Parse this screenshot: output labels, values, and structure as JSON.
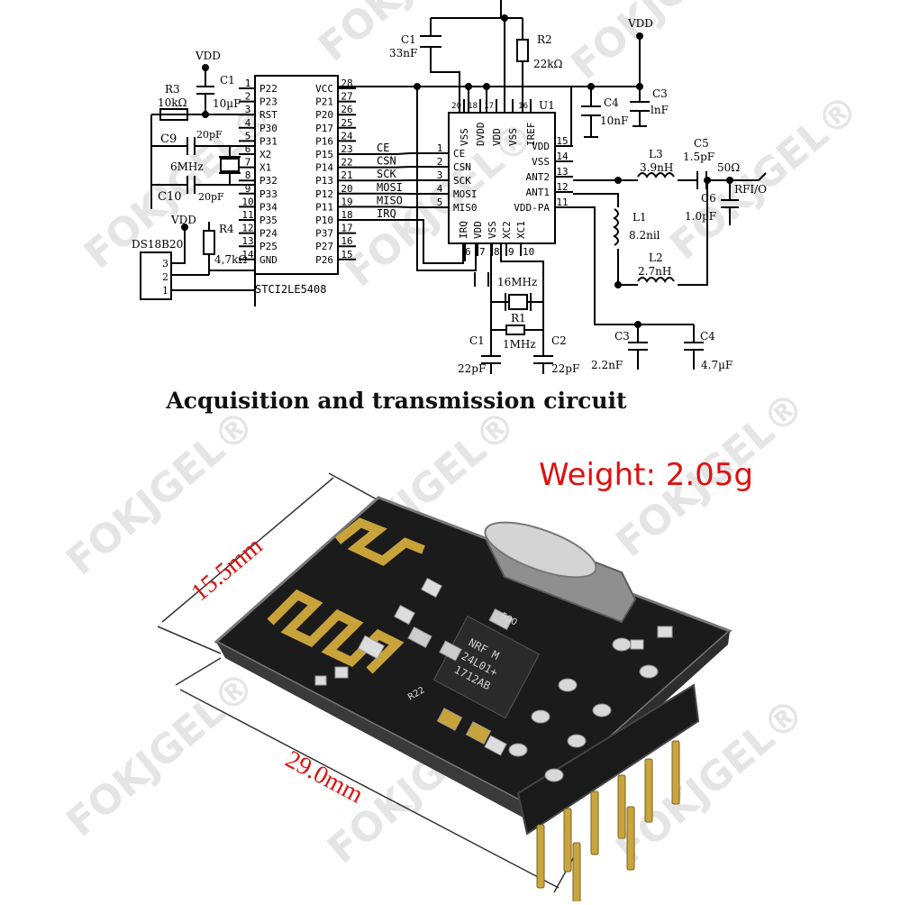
{
  "schematic": {
    "mcu": {
      "name": "STCI2LE5408",
      "left_pins": [
        {
          "num": "1",
          "name": "P22"
        },
        {
          "num": "2",
          "name": "P23"
        },
        {
          "num": "3",
          "name": "RST"
        },
        {
          "num": "4",
          "name": "P30"
        },
        {
          "num": "5",
          "name": "P31"
        },
        {
          "num": "6",
          "name": "X2"
        },
        {
          "num": "7",
          "name": "X1"
        },
        {
          "num": "8",
          "name": "P32"
        },
        {
          "num": "9",
          "name": "P33"
        },
        {
          "num": "10",
          "name": "P34"
        },
        {
          "num": "11",
          "name": "P35"
        },
        {
          "num": "12",
          "name": "P24"
        },
        {
          "num": "13",
          "name": "P25"
        },
        {
          "num": "14",
          "name": "GND"
        }
      ],
      "right_pins": [
        {
          "num": "28",
          "name": "VCC"
        },
        {
          "num": "27",
          "name": "P21"
        },
        {
          "num": "26",
          "name": "P20"
        },
        {
          "num": "25",
          "name": "P17"
        },
        {
          "num": "24",
          "name": "P16"
        },
        {
          "num": "23",
          "name": "P15"
        },
        {
          "num": "22",
          "name": "P14"
        },
        {
          "num": "21",
          "name": "P13"
        },
        {
          "num": "20",
          "name": "P12"
        },
        {
          "num": "19",
          "name": "P11"
        },
        {
          "num": "18",
          "name": "P10"
        },
        {
          "num": "17",
          "name": "P37"
        },
        {
          "num": "16",
          "name": "P27"
        },
        {
          "num": "15",
          "name": "P26"
        }
      ]
    },
    "rf_chip": {
      "ref": "U1",
      "top_pins": [
        {
          "num": "20",
          "name": "VSS"
        },
        {
          "num": "18",
          "name": "DVDD"
        },
        {
          "num": "17",
          "name": "VDD"
        },
        {
          "num": "",
          "name": "VSS"
        },
        {
          "num": "16",
          "name": "IREF"
        }
      ],
      "left_pins": [
        {
          "num": "1",
          "name": "CE"
        },
        {
          "num": "2",
          "name": "CSN"
        },
        {
          "num": "3",
          "name": "SCK"
        },
        {
          "num": "4",
          "name": "MOSI"
        },
        {
          "num": "5",
          "name": "MIS0"
        }
      ],
      "right_pins": [
        {
          "num": "15",
          "name": "VDD"
        },
        {
          "num": "14",
          "name": "VSS"
        },
        {
          "num": "13",
          "name": "ANT2"
        },
        {
          "num": "12",
          "name": "ANT1"
        },
        {
          "num": "11",
          "name": "VDD-PA"
        }
      ],
      "bottom_pins": [
        {
          "num": "6",
          "name": "IRQ"
        },
        {
          "num": "7",
          "name": "VDD"
        },
        {
          "num": "8",
          "name": "VSS"
        },
        {
          "num": "9",
          "name": "XC2"
        },
        {
          "num": "10",
          "name": "XC1"
        }
      ]
    },
    "net_labels": [
      "CE",
      "CSN",
      "SCK",
      "MOSI",
      "MISO",
      "IRQ"
    ],
    "components": {
      "r3": {
        "ref": "R3",
        "value": "10kΩ"
      },
      "c1_left": {
        "ref": "C1",
        "value": "10µF"
      },
      "c9": {
        "ref": "C9",
        "value": "20pF"
      },
      "c10": {
        "ref": "C10",
        "value": "20pF"
      },
      "xtal_mcu": {
        "value": "6MHz"
      },
      "r4": {
        "ref": "R4",
        "value": "4,7kΩ"
      },
      "sensor": {
        "ref": "DS18B20",
        "pins": [
          "3",
          "2",
          "1"
        ]
      },
      "c1_top": {
        "ref": "C1",
        "value": "33nF"
      },
      "r2": {
        "ref": "R2",
        "value": "22kΩ"
      },
      "c4_top": {
        "ref": "C4",
        "value": "10nF"
      },
      "c3_top": {
        "ref": "C3",
        "value": "lnF"
      },
      "l3": {
        "ref": "L3",
        "value": "3.9nH"
      },
      "c5": {
        "ref": "C5",
        "value": "1.5pF"
      },
      "ant": {
        "impedance": "50Ω",
        "label": "RFI/O"
      },
      "c6": {
        "ref": "C6",
        "value": "1.0pF"
      },
      "l1": {
        "ref": "L1",
        "value": "8.2nil"
      },
      "l2": {
        "ref": "L2",
        "value": "2.7nH"
      },
      "xtal_rf": {
        "value": "16MHz"
      },
      "r1": {
        "ref": "R1",
        "value": "1MHz"
      },
      "c1_bot": {
        "ref": "C1",
        "value": "22pF"
      },
      "c2_bot": {
        "ref": "C2",
        "value": "22pF"
      },
      "c3_bot": {
        "ref": "C3",
        "value": "2.2nF"
      },
      "c4_bot": {
        "ref": "C4",
        "value": "4.7µF"
      }
    },
    "vdd": "VDD"
  },
  "caption": "Acquisition and transmission circuit",
  "module": {
    "weight": "Weight: 2.05g",
    "dim_width": "15.5mm",
    "dim_length": "29.0mm",
    "chip_marking": [
      "NRF M",
      "24L01+",
      "1712AB"
    ],
    "smd_marks": [
      "R22",
      "500"
    ]
  },
  "watermark": "FOKJGEL®"
}
